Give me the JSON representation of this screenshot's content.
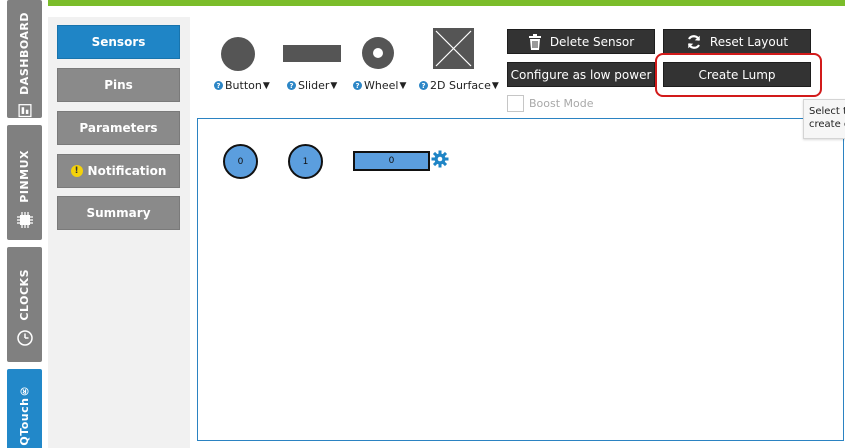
{
  "vertical_tabs": [
    {
      "label": "DASHBOARD",
      "icon": "dashboard-icon"
    },
    {
      "label": "PINMUX",
      "icon": "chip-icon"
    },
    {
      "label": "CLOCKS",
      "icon": "clock-icon"
    },
    {
      "label": "QTouch®",
      "icon": "qtouch-icon"
    }
  ],
  "side_menu": {
    "sensors": "Sensors",
    "pins": "Pins",
    "parameters": "Parameters",
    "notification": "Notification",
    "notification_badge": "!",
    "summary": "Summary"
  },
  "sensor_types": {
    "button": "Button",
    "slider": "Slider",
    "wheel": "Wheel",
    "surface": "2D Surface",
    "help_mark": "?",
    "dropdown_mark": "▼"
  },
  "actions": {
    "delete_sensor": "Delete Sensor",
    "reset_layout": "Reset Layout",
    "configure_low_power": "Configure as low power",
    "create_lump": "Create Lump"
  },
  "boost_mode": {
    "label": "Boost Mode",
    "checked": false
  },
  "tooltip": {
    "line1": "Select th",
    "line2": "create c"
  },
  "canvas": {
    "button0": "0",
    "button1": "1",
    "slider0": "0"
  },
  "colors": {
    "accent_blue": "#1f85c6",
    "green_bar": "#7bbd2a",
    "highlight_red": "#d21a1a",
    "sensor_fill": "#5b9ede"
  }
}
